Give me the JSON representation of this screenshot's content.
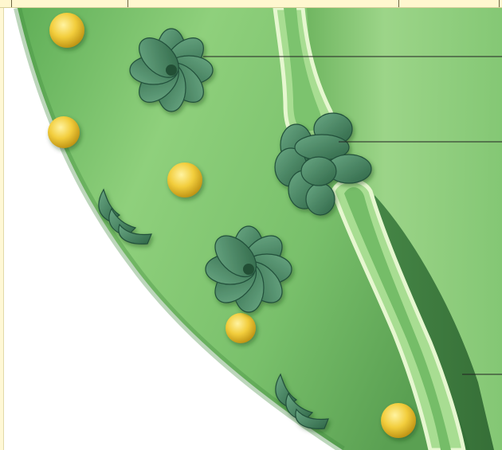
{
  "figure": {
    "type": "cross-section illustration",
    "labels_visible": false,
    "colors": {
      "background": "#ffffff",
      "organelle_green": "#7cc36e",
      "organelle_dark": "#4f9a4f",
      "protein_complex": "#3f7a58",
      "membrane_light": "#b6e49a",
      "particle_gold": "#f0c93a",
      "label_strip": "#fff7cf"
    },
    "elements": [
      {
        "kind": "protein-complex",
        "shape": "rosette"
      },
      {
        "kind": "protein-complex",
        "shape": "rosette"
      },
      {
        "kind": "protein-complex",
        "shape": "junction cluster"
      },
      {
        "kind": "membrane-protein",
        "shape": "stacked wedges"
      },
      {
        "kind": "membrane-protein",
        "shape": "stacked wedges"
      },
      {
        "kind": "vesicle",
        "shape": "gold sphere"
      }
    ]
  }
}
